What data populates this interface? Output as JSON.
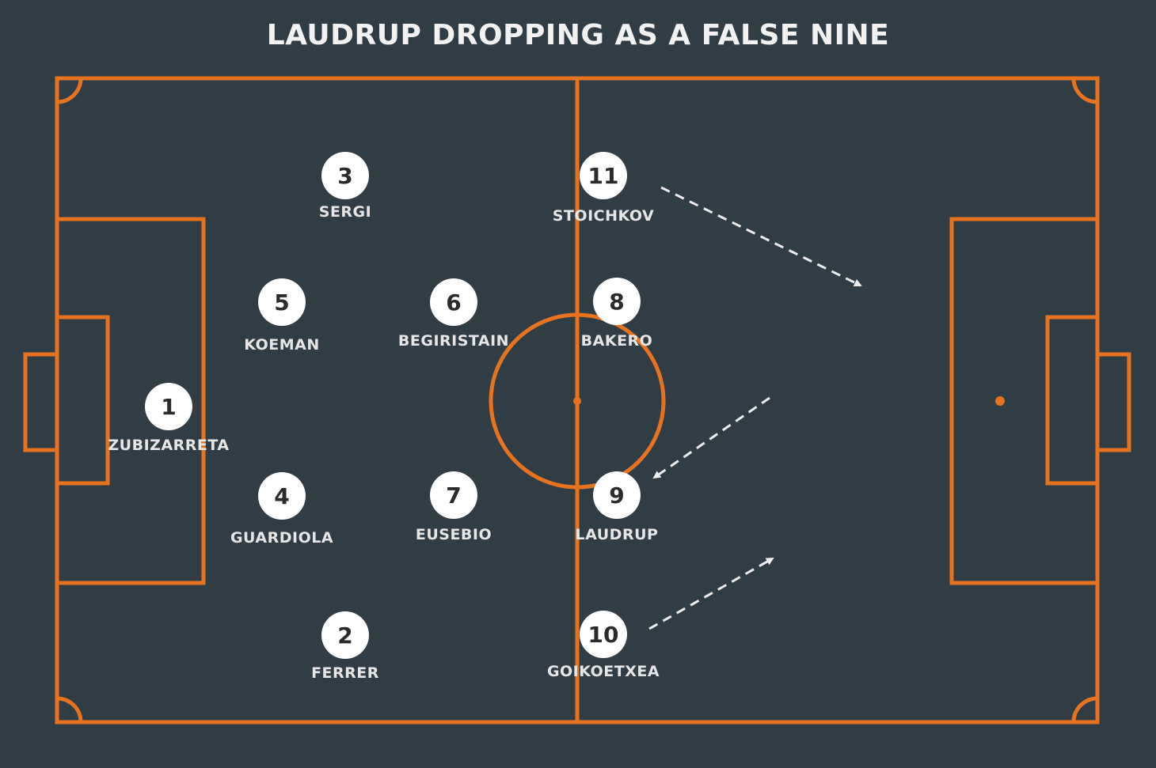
{
  "title": "LAUDRUP DROPPING AS A FALSE NINE",
  "colors": {
    "background": "#313d45",
    "pitch_lines": "#e8731f",
    "player_fill": "#ffffff",
    "label_text": "#e6e6e6",
    "arrows": "#eeeeee"
  },
  "players": [
    {
      "number": "1",
      "name": "ZUBIZARRETA"
    },
    {
      "number": "2",
      "name": "FERRER"
    },
    {
      "number": "3",
      "name": "SERGI"
    },
    {
      "number": "4",
      "name": "GUARDIOLA"
    },
    {
      "number": "5",
      "name": "KOEMAN"
    },
    {
      "number": "6",
      "name": "BEGIRISTAIN"
    },
    {
      "number": "7",
      "name": "EUSEBIO"
    },
    {
      "number": "8",
      "name": "BAKERO"
    },
    {
      "number": "9",
      "name": "LAUDRUP"
    },
    {
      "number": "10",
      "name": "GOIKOETXEA"
    },
    {
      "number": "11",
      "name": "STOICHKOV"
    }
  ]
}
